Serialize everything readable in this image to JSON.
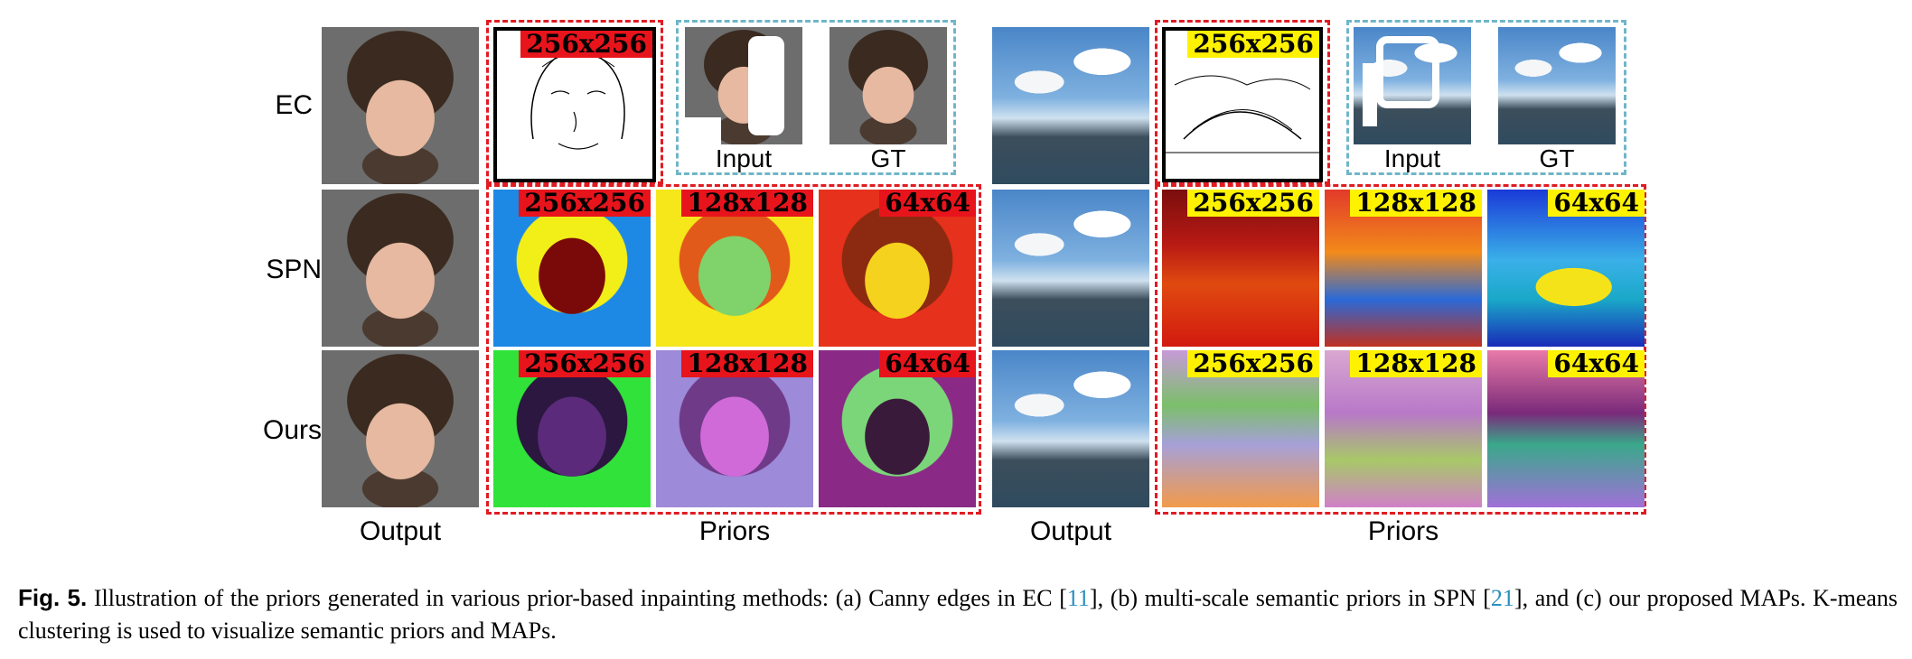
{
  "figure": {
    "row_labels": [
      "EC",
      "SPN",
      "Ours"
    ],
    "left_group": {
      "output_label": "Output",
      "priors_label": "Priors",
      "input_label": "Input",
      "gt_label": "GT",
      "resolutions": {
        "ec": "256x256",
        "spn": [
          "256x256",
          "128x128",
          "64x64"
        ],
        "ours": [
          "256x256",
          "128x128",
          "64x64"
        ]
      }
    },
    "right_group": {
      "output_label": "Output",
      "priors_label": "Priors",
      "input_label": "Input",
      "gt_label": "GT",
      "resolutions": {
        "ec": "256x256",
        "spn": [
          "256x256",
          "128x128",
          "64x64"
        ],
        "ours": [
          "256x256",
          "128x128",
          "64x64"
        ]
      }
    }
  },
  "caption": {
    "label": "Fig. 5.",
    "text_1": "  Illustration of the priors generated in various prior-based inpainting methods: (a) Canny edges in EC [",
    "ref_1": "11",
    "text_2": "], (b) multi-scale semantic priors in SPN [",
    "ref_2": "21",
    "text_3": "], and (c) our proposed MAPs. K-means clustering is used to visualize semantic priors and MAPs."
  },
  "colors": {
    "dash_red": "#e11b22",
    "dash_blue": "#6fb6c9",
    "res_red": "#e8141c",
    "res_yellow": "#fff200"
  }
}
